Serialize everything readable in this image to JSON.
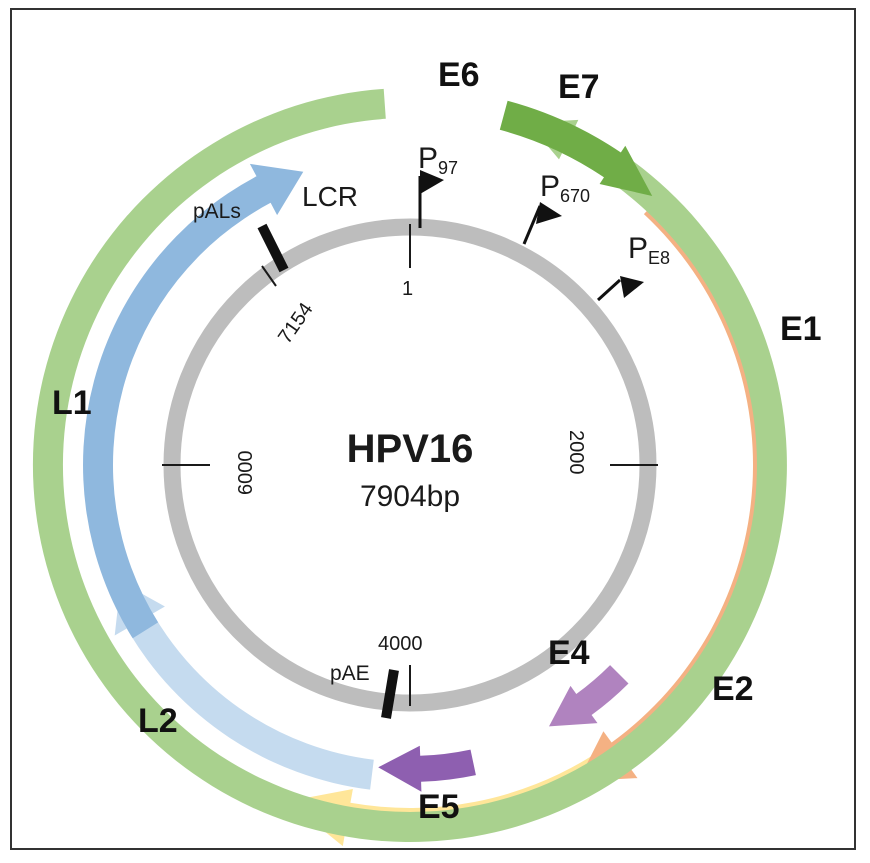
{
  "genome": {
    "name": "HPV16",
    "size_label": "7904bp"
  },
  "colors": {
    "backbone": "#bdbdbd",
    "E6": "#a9d18e",
    "E7": "#70ad47",
    "E1": "#f4b183",
    "E2": "#ffe699",
    "E4": "#b083bf",
    "E5": "#8e5fb0",
    "L1": "#8fb8de",
    "L2": "#c5dbef",
    "marker": "#111111"
  },
  "ticks": [
    "1",
    "2000",
    "4000",
    "6000",
    "7154"
  ],
  "regions": {
    "lcr": "LCR"
  },
  "poly_a": {
    "late": "pALs",
    "early": "pAE"
  },
  "promoters": [
    {
      "main": "P",
      "sub": "97"
    },
    {
      "main": "P",
      "sub": "670"
    },
    {
      "main": "P",
      "sub": "E8"
    }
  ],
  "genes": [
    {
      "id": "E6",
      "label": "E6"
    },
    {
      "id": "E7",
      "label": "E7"
    },
    {
      "id": "E1",
      "label": "E1"
    },
    {
      "id": "E2",
      "label": "E2"
    },
    {
      "id": "E4",
      "label": "E4"
    },
    {
      "id": "E5",
      "label": "E5"
    },
    {
      "id": "L1",
      "label": "L1"
    },
    {
      "id": "L2",
      "label": "L2"
    }
  ]
}
